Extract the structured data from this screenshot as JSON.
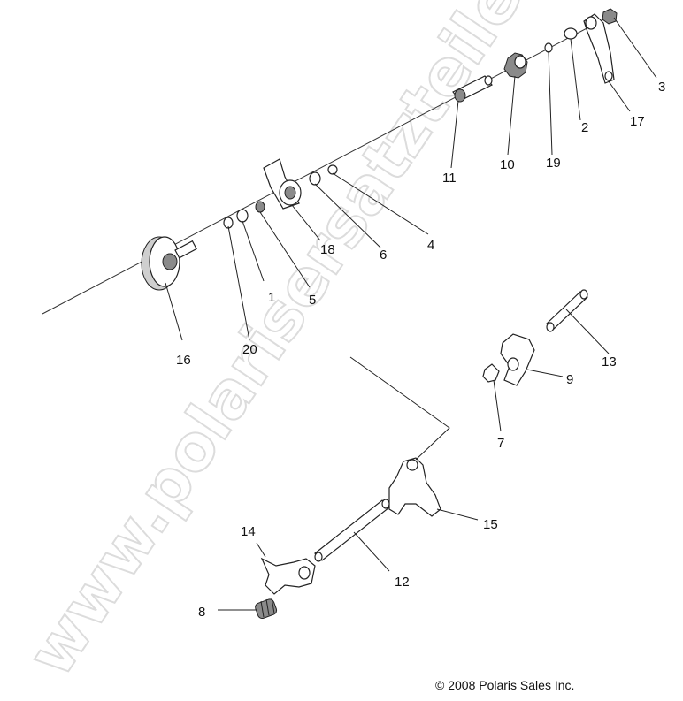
{
  "watermark": {
    "text": "www.polarisersatzteile.de",
    "color": "#dcdcdc"
  },
  "copyright": "© 2008 Polaris Sales Inc.",
  "callouts": [
    {
      "id": "1",
      "text": "1"
    },
    {
      "id": "2",
      "text": "2"
    },
    {
      "id": "3",
      "text": "3"
    },
    {
      "id": "4",
      "text": "4"
    },
    {
      "id": "5",
      "text": "5"
    },
    {
      "id": "6",
      "text": "6"
    },
    {
      "id": "7",
      "text": "7"
    },
    {
      "id": "8",
      "text": "8"
    },
    {
      "id": "9",
      "text": "9"
    },
    {
      "id": "10",
      "text": "10"
    },
    {
      "id": "11",
      "text": "11"
    },
    {
      "id": "12",
      "text": "12"
    },
    {
      "id": "13",
      "text": "13"
    },
    {
      "id": "14",
      "text": "14"
    },
    {
      "id": "15",
      "text": "15"
    },
    {
      "id": "16",
      "text": "16"
    },
    {
      "id": "17",
      "text": "17"
    },
    {
      "id": "18",
      "text": "18"
    },
    {
      "id": "19",
      "text": "19"
    },
    {
      "id": "20",
      "text": "20"
    }
  ]
}
